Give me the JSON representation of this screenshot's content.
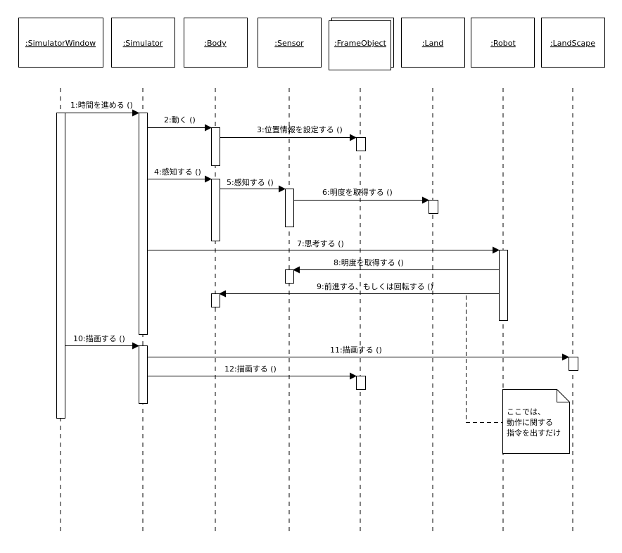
{
  "objects": [
    {
      "id": "simwin",
      "label": ":SimulatorWindow"
    },
    {
      "id": "sim",
      "label": ":Simulator"
    },
    {
      "id": "body",
      "label": ":Body"
    },
    {
      "id": "sensor",
      "label": ":Sensor"
    },
    {
      "id": "frame",
      "label": ":FrameObject"
    },
    {
      "id": "land",
      "label": ":Land"
    },
    {
      "id": "robot",
      "label": ":Robot"
    },
    {
      "id": "landscape",
      "label": ":LandScape"
    }
  ],
  "messages": [
    {
      "seq": 1,
      "label": "1:時間を進める ()",
      "from": "simwin",
      "to": "sim"
    },
    {
      "seq": 2,
      "label": "2:動く ()",
      "from": "sim",
      "to": "body"
    },
    {
      "seq": 3,
      "label": "3:位置情報を設定する ()",
      "from": "body",
      "to": "frame"
    },
    {
      "seq": 4,
      "label": "4:感知する ()",
      "from": "sim",
      "to": "body"
    },
    {
      "seq": 5,
      "label": "5:感知する ()",
      "from": "body",
      "to": "sensor"
    },
    {
      "seq": 6,
      "label": "6:明度を取得する ()",
      "from": "sensor",
      "to": "land"
    },
    {
      "seq": 7,
      "label": "7:思考する ()",
      "from": "sim",
      "to": "robot"
    },
    {
      "seq": 8,
      "label": "8:明度を取得する ()",
      "from": "robot",
      "to": "sensor"
    },
    {
      "seq": 9,
      "label": "9:前進する、もしくは回転する ()",
      "from": "robot",
      "to": "body"
    },
    {
      "seq": 10,
      "label": "10:描画する ()",
      "from": "simwin",
      "to": "sim"
    },
    {
      "seq": 11,
      "label": "11:描画する ()",
      "from": "sim",
      "to": "landscape"
    },
    {
      "seq": 12,
      "label": "12:描画する ()",
      "from": "sim",
      "to": "frame"
    }
  ],
  "note": {
    "lines": [
      "ここでは、",
      "動作に関する",
      "指令を出すだけ"
    ],
    "attached_to_message": 9
  }
}
